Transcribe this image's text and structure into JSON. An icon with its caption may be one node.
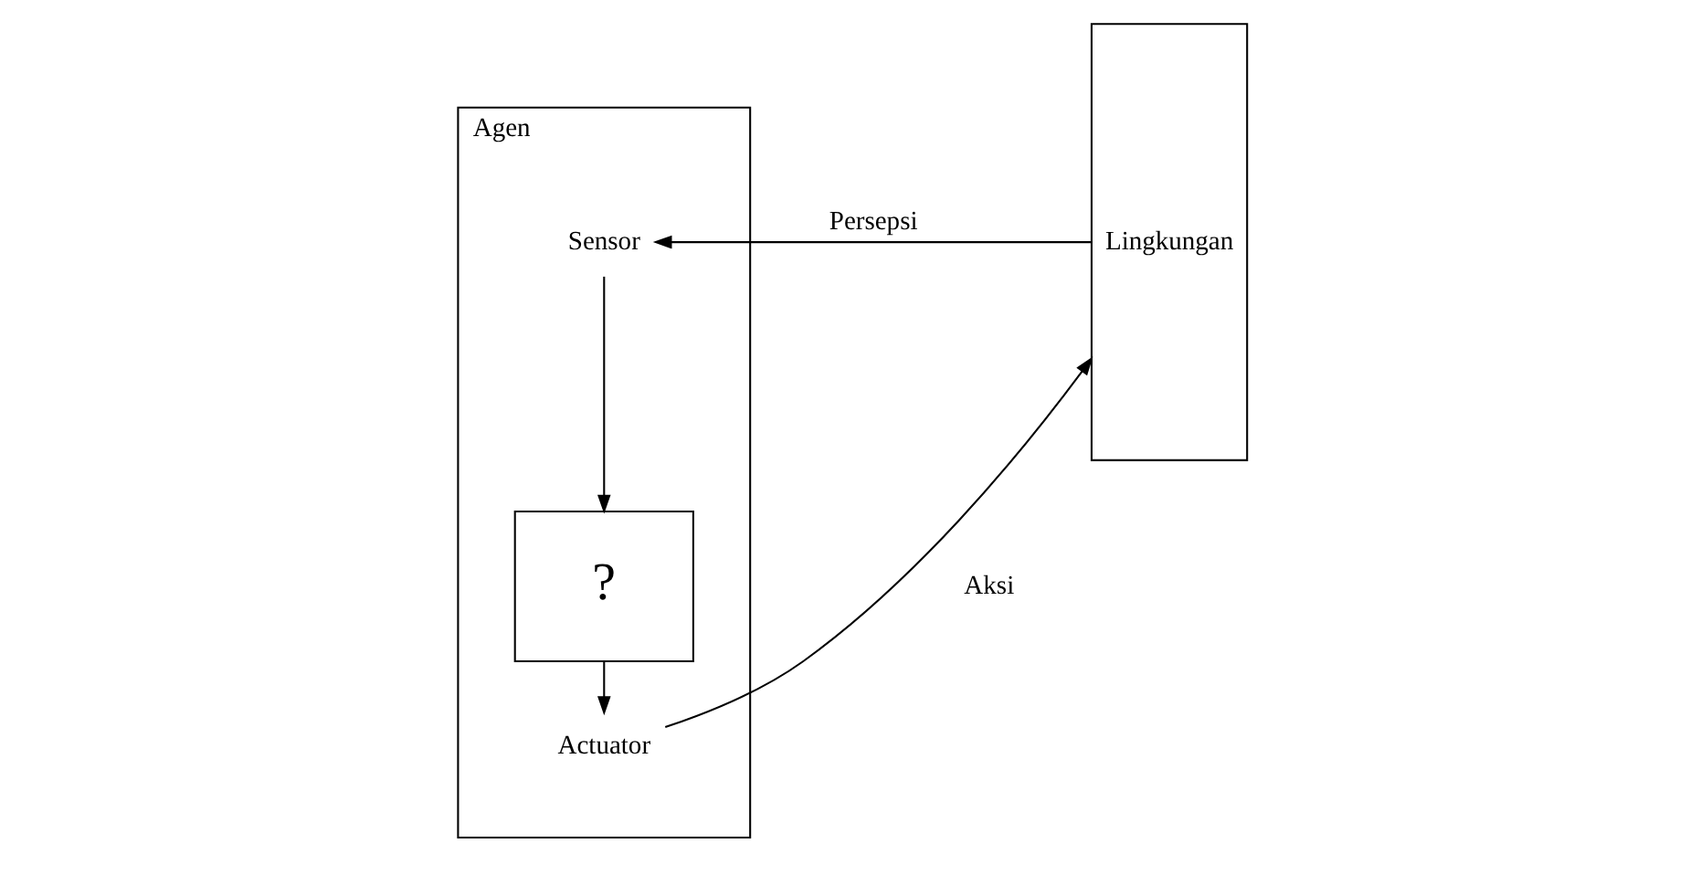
{
  "diagram": {
    "nodes": [
      {
        "text": [
          "Agen"
        ]
      },
      {
        "text": [
          "Sensor"
        ],
        "in": 0
      },
      {
        "text": [
          "?"
        ],
        "in": 0
      },
      {
        "text": [
          "Actuator"
        ],
        "in": 0
      },
      {
        "text": [
          "Lingkungan"
        ]
      }
    ],
    "edges": [
      {
        "from": 4,
        "to": 1,
        "arrow": "to",
        "label": "Persepsi"
      },
      {
        "from": 1,
        "to": 2,
        "arrow": "to"
      },
      {
        "from": 2,
        "to": 3,
        "arrow": "to"
      },
      {
        "from": 3,
        "to": 4,
        "arrow": "to",
        "label": "Aksi"
      }
    ]
  }
}
